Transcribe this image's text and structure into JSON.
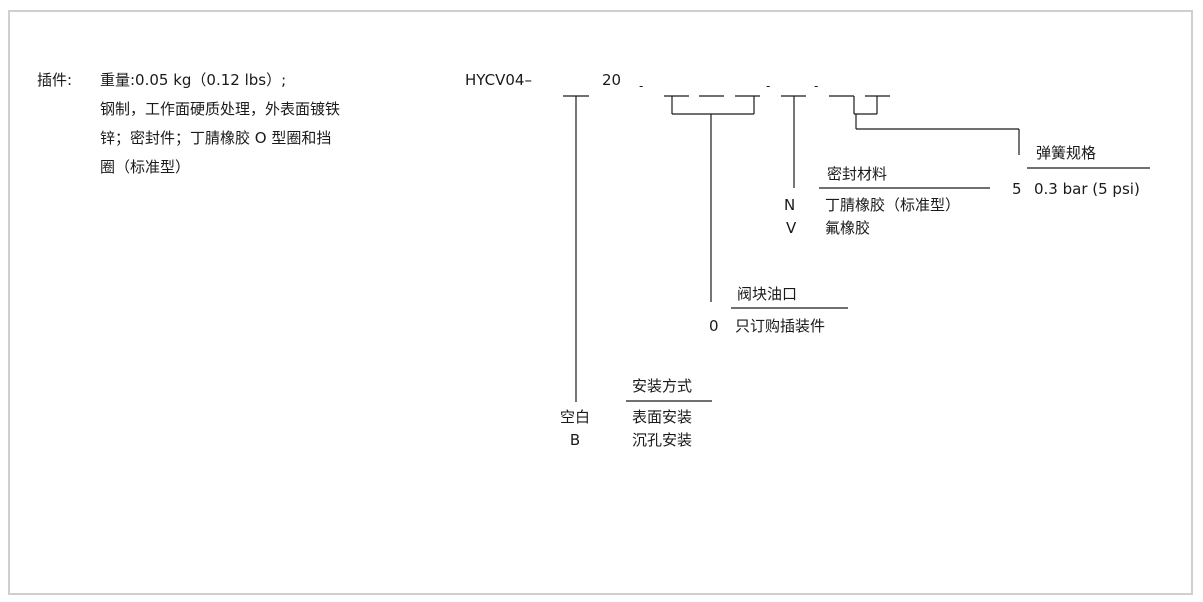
{
  "insert": {
    "label": "插件:",
    "line1": "重量:0.05 kg（0.12 lbs）;",
    "line2": "钢制，工作面硬质处理，外表面镀铁",
    "line3": "锌；密封件；丁腈橡胶 O 型圈和挡",
    "line4": "圈（标准型）"
  },
  "code": {
    "prefix": "HYCV04–",
    "size": "20",
    "dash1": "-",
    "dash2": "-",
    "dash3": "-"
  },
  "spring": {
    "header": "弹簧规格",
    "options": [
      {
        "code": "5",
        "desc": "0.3 bar (5 psi)"
      }
    ]
  },
  "seal": {
    "header": "密封材料",
    "options": [
      {
        "code": "N",
        "desc": "丁腈橡胶（标准型）"
      },
      {
        "code": "V",
        "desc": "氟橡胶"
      }
    ]
  },
  "port": {
    "header": "阀块油口",
    "options": [
      {
        "code": "0",
        "desc": "只订购插装件"
      }
    ]
  },
  "mount": {
    "header": "安装方式",
    "options": [
      {
        "code": "空白",
        "desc": "表面安装"
      },
      {
        "code": "B",
        "desc": "沉孔安装"
      }
    ]
  }
}
